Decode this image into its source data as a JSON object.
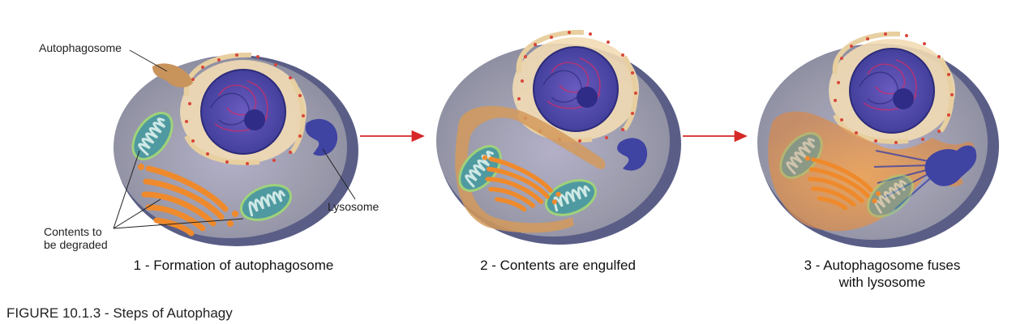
{
  "figure_caption": "FIGURE 10.1.3 - Steps of Autophagy",
  "labels": {
    "autophagosome": "Autophagosome",
    "lysosome": "Lysosome",
    "contents_line1": "Contents to",
    "contents_line2": "be degraded"
  },
  "steps": [
    {
      "caption": "1 - Formation of autophagosome"
    },
    {
      "caption": "2 - Contents are engulfed"
    },
    {
      "caption_line1": "3 - Autophagosome fuses",
      "caption_line2": "with lysosome"
    }
  ],
  "colors": {
    "cell_fill": "#9b9ba8",
    "cell_rim": "#5a5e86",
    "nucleus": "#4e4aa3",
    "er": "#f2dcb4",
    "er_dots": "#d8463a",
    "mitochondria": "#4f9aa0",
    "golgi": "#ef8a2c",
    "lysosome": "#3f43a2",
    "autophagosome": "#c9935c",
    "arrow": "#d62828"
  }
}
